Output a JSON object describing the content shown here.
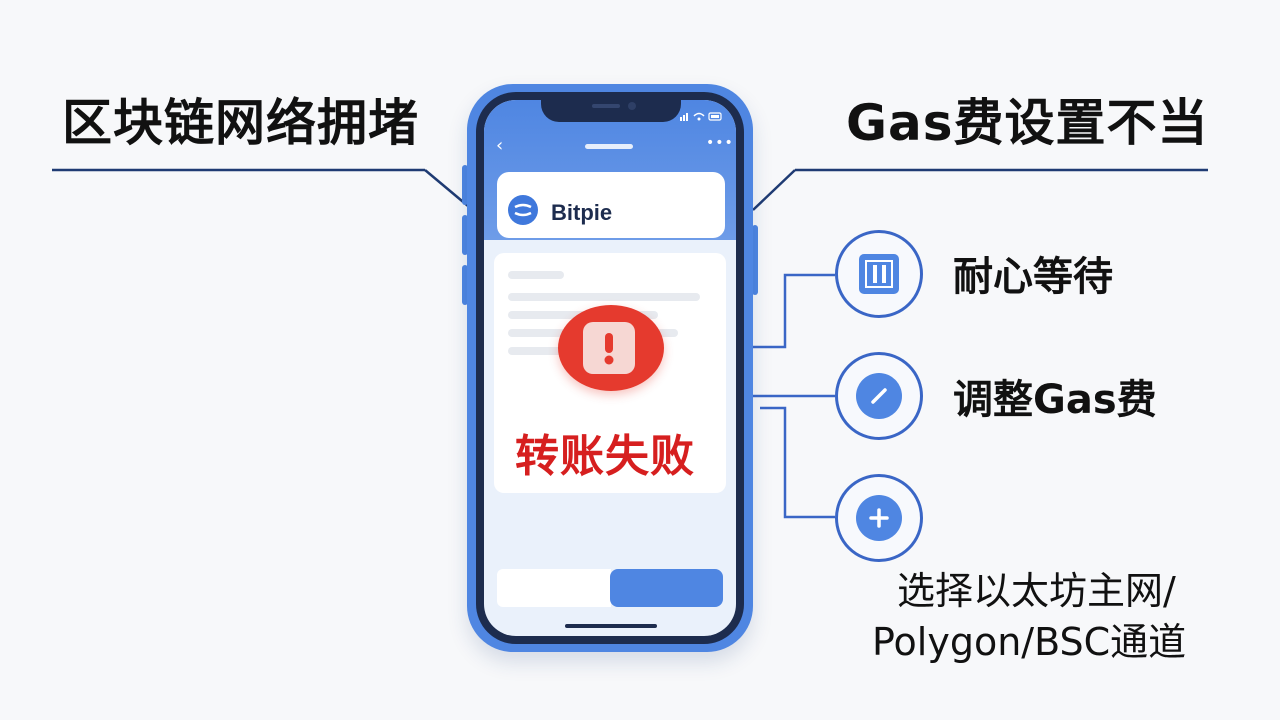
{
  "headings": {
    "left": "区块链网络拥堵",
    "right": "Gas费设置不当"
  },
  "phone": {
    "back_icon": "chevron-left-icon",
    "menu_icon": "more-dots-icon",
    "app_name": "Bitpie",
    "error_title": "转账失败",
    "error_icon": "exclamation-icon"
  },
  "solutions": [
    {
      "icon": "pause-icon",
      "label": "耐心等待"
    },
    {
      "icon": "edit-slash-icon",
      "label": "调整Gas费"
    },
    {
      "icon": "plus-icon",
      "label_line1": "选择以太坊主网/",
      "label_line2": "Polygon/BSC通道"
    }
  ],
  "colors": {
    "accent_blue": "#4f86e2",
    "line_navy": "#1f3b73",
    "error_red": "#e53a2e",
    "error_text": "#d61f1f"
  }
}
